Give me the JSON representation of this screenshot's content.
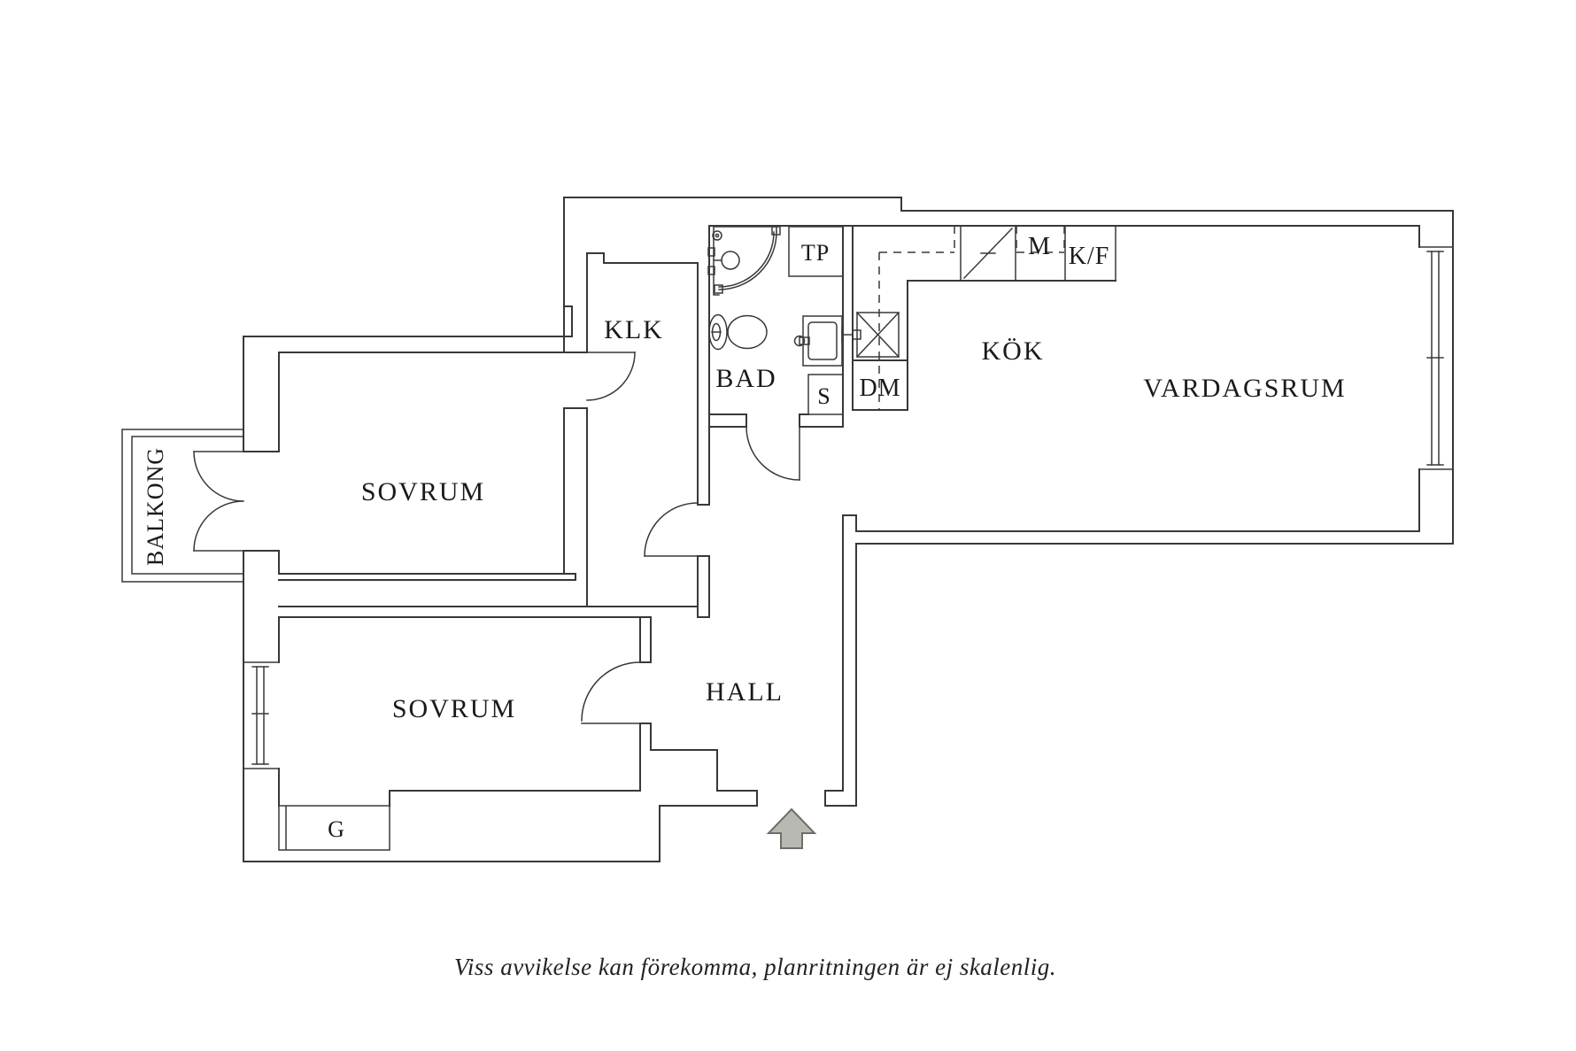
{
  "plan": {
    "rooms": {
      "balkong": "BALKONG",
      "sovrum_1": "SOVRUM",
      "sovrum_2": "SOVRUM",
      "klk": "KLK",
      "bad": "BAD",
      "hall": "HALL",
      "kok": "KÖK",
      "vardagsrum": "VARDAGSRUM",
      "garderob": "G"
    },
    "fixtures": {
      "tp": "TP",
      "s": "S",
      "dm": "DM",
      "m": "M",
      "kf": "K/F"
    },
    "disclaimer": "Viss avvikelse kan förekomma, planritningen är ej skalenlig.",
    "colors": {
      "line": "#383838",
      "text": "#1a1a1a",
      "arrow_fill": "#b9b9b3",
      "arrow_stroke": "#6e6e68",
      "background": "#ffffff"
    }
  }
}
